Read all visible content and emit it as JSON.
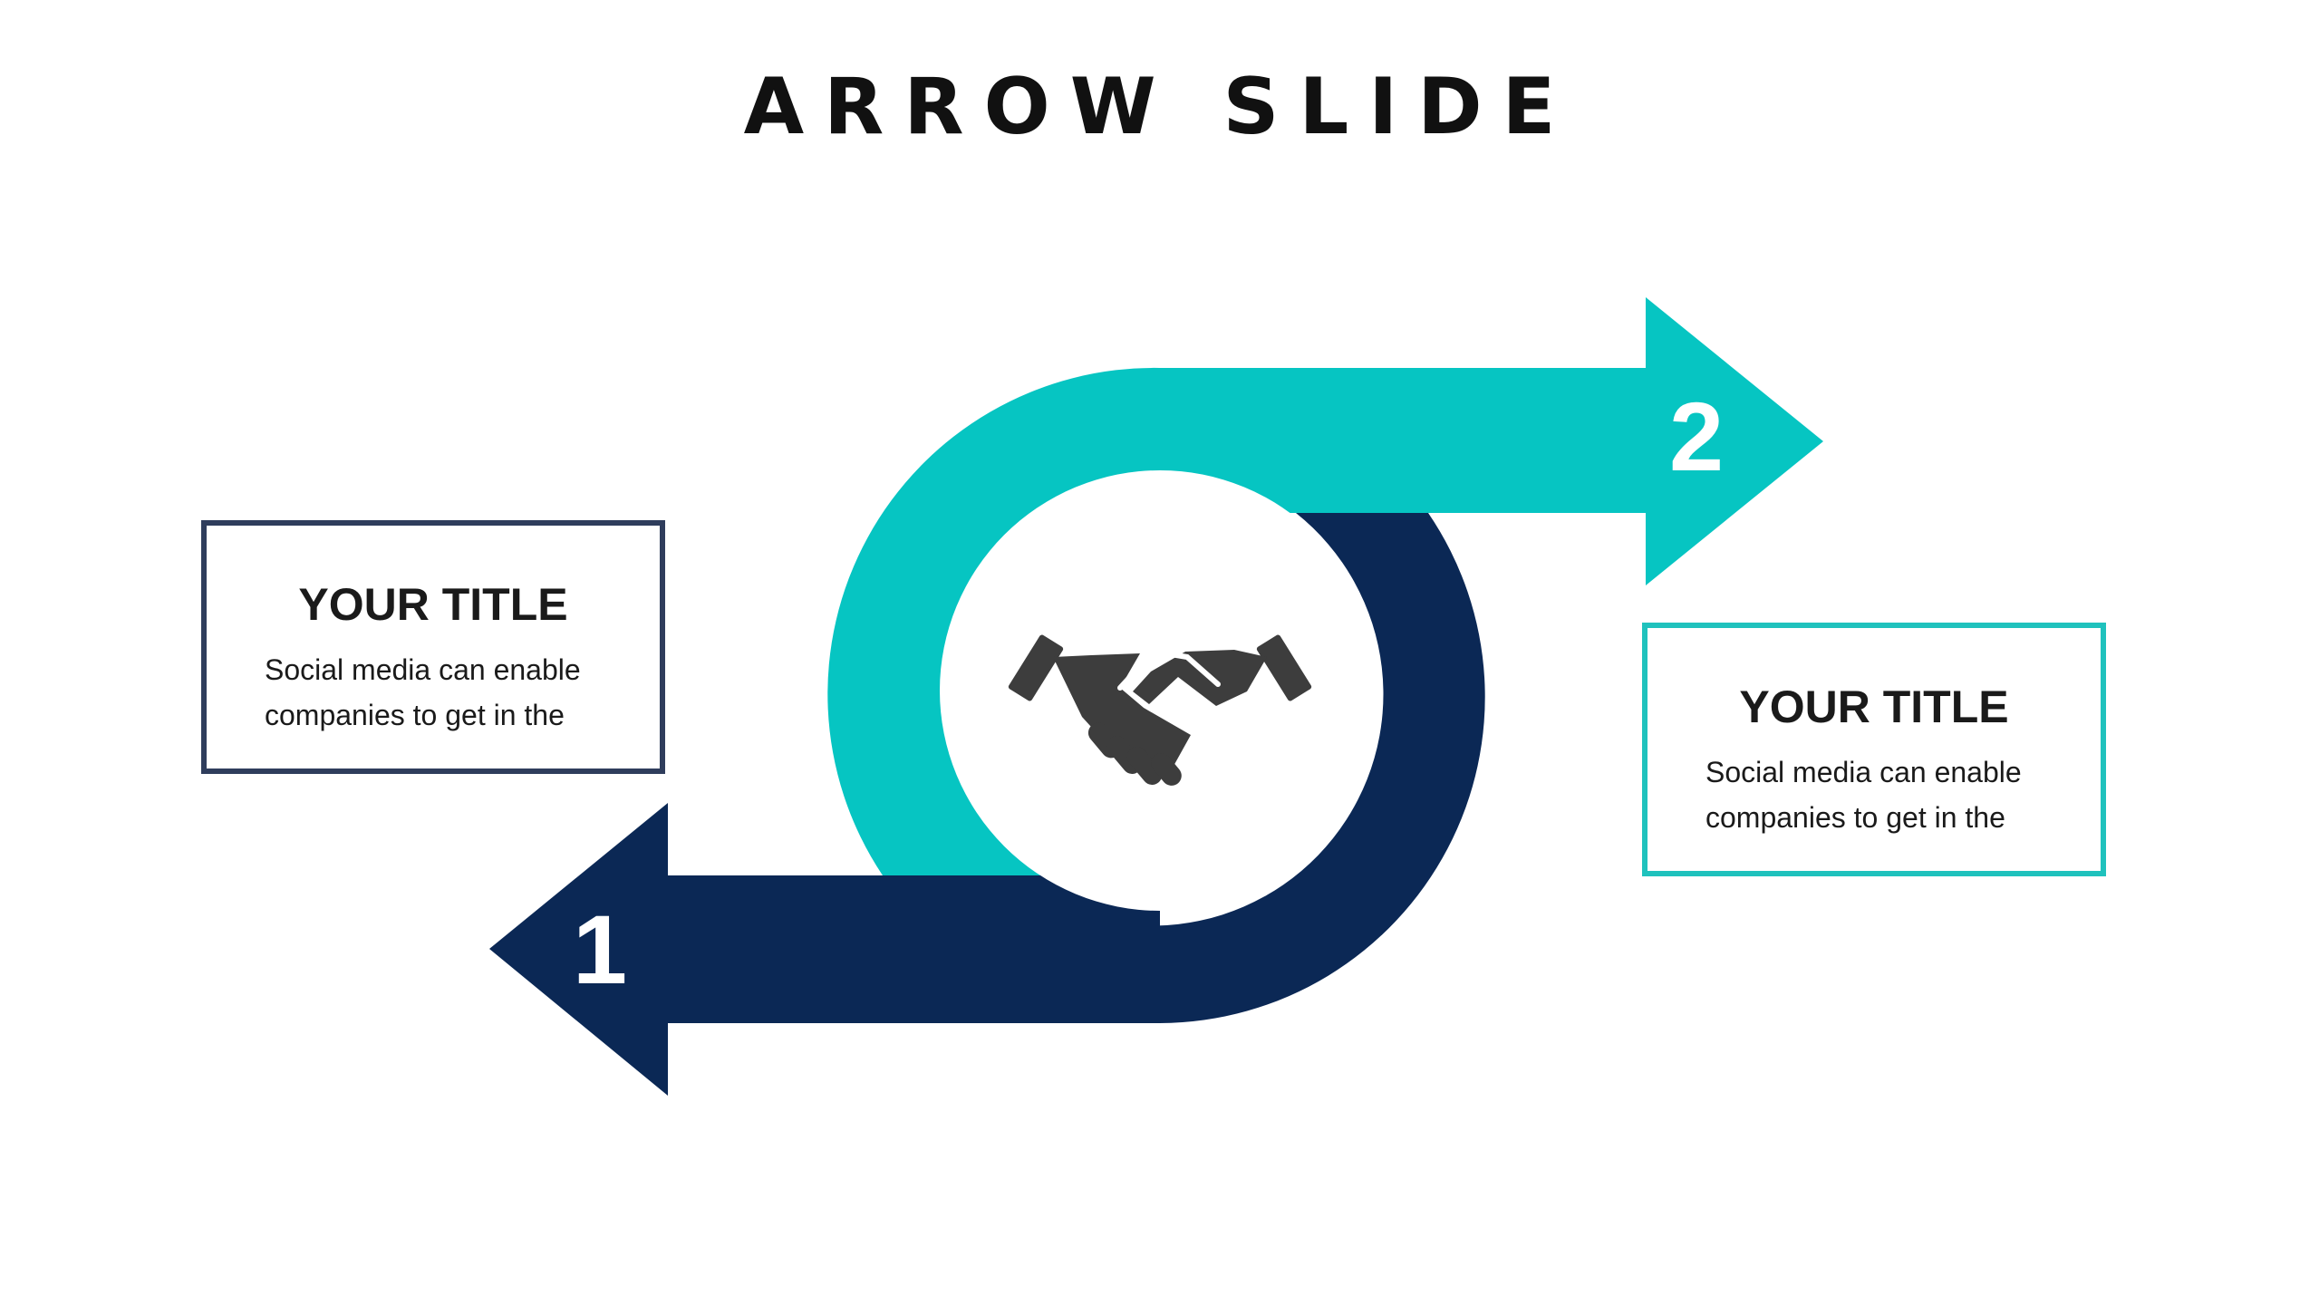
{
  "slide": {
    "title": "ARROW SLIDE"
  },
  "colors": {
    "teal": "#06C5C2",
    "navy": "#0B2855",
    "icon": "#3d3d3d",
    "card_1_border": "#2f3d5c",
    "card_2_border": "#1fc2bd"
  },
  "arrows": {
    "step_1": "1",
    "step_2": "2"
  },
  "center_icon": "handshake-icon",
  "cards": [
    {
      "title": "YOUR TITLE",
      "body": "Social media can enable companies to get in the"
    },
    {
      "title": "YOUR TITLE",
      "body": "Social media can enable companies to get in the"
    }
  ]
}
